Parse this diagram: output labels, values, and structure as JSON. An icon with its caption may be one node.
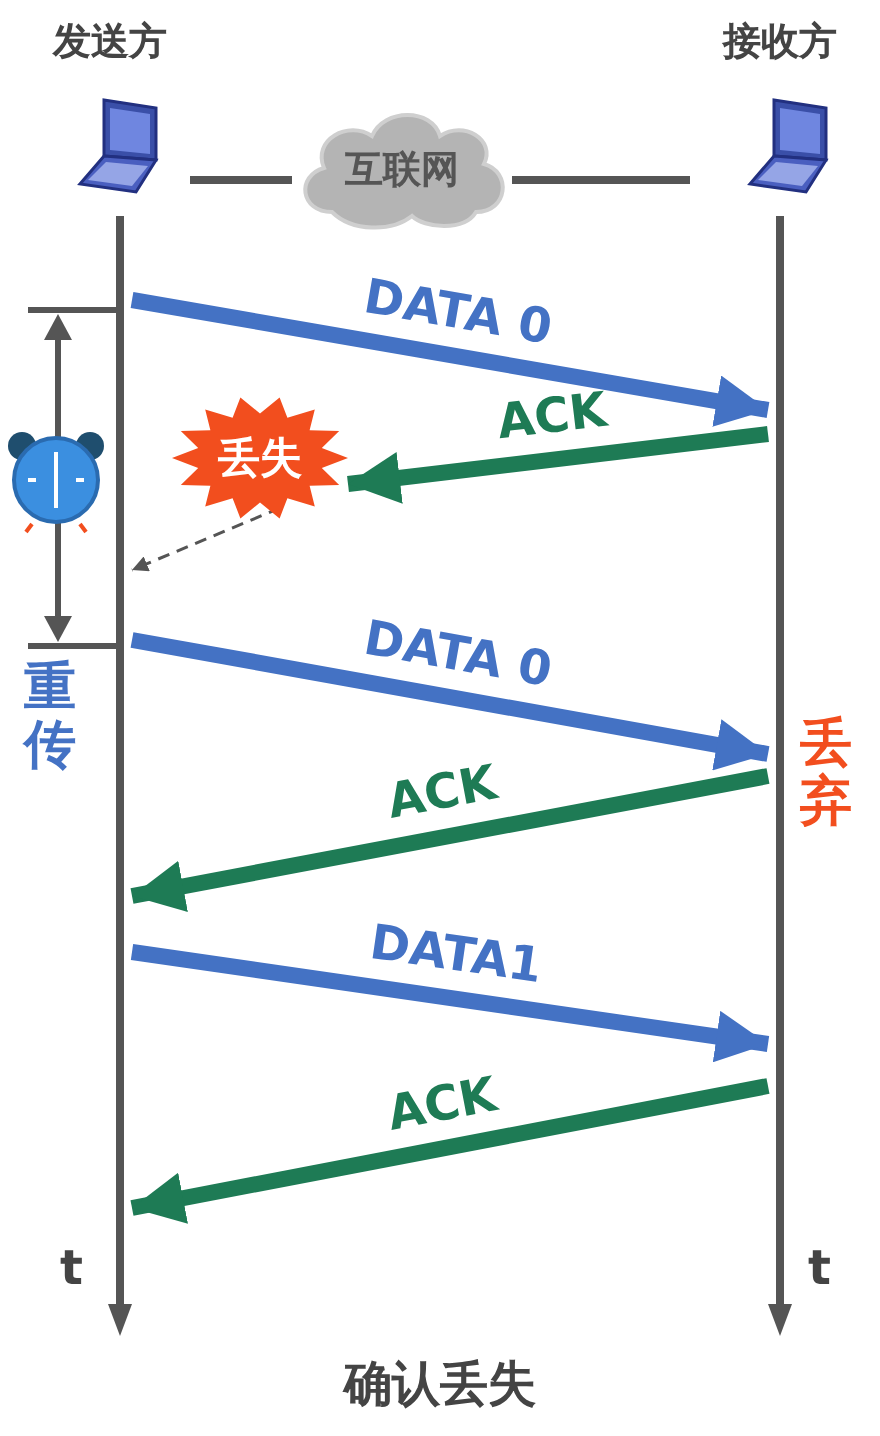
{
  "diagram": {
    "caption": "确认丢失",
    "nodes": [
      {
        "text": [
          "发送方"
        ]
      },
      {
        "text": [
          "接收方"
        ]
      },
      {
        "text": [
          "互联网"
        ]
      },
      {
        "text": [],
        "shape": "bar",
        "beside": [
          "t"
        ]
      },
      {
        "text": [],
        "shape": "bar",
        "beside": [
          "t"
        ]
      },
      {
        "text": [
          "丢失"
        ]
      }
    ],
    "edges": [
      {
        "from": 0,
        "to": 2,
        "arrow": "none"
      },
      {
        "from": 2,
        "to": 1,
        "arrow": "none"
      },
      {
        "from": 3,
        "to": 4,
        "arrow": "to",
        "label": "DATA 0",
        "color": "#4472c4"
      },
      {
        "from": 4,
        "to": 5,
        "arrow": "to",
        "label": "ACK",
        "color": "#1e7b55"
      },
      {
        "from": 5,
        "to": 3,
        "arrow": "to",
        "style": "dashed",
        "color": "#555555"
      },
      {
        "from": 3,
        "to": 4,
        "arrow": "to",
        "label": "DATA 0",
        "color": "#4472c4"
      },
      {
        "from": 4,
        "to": 3,
        "arrow": "to",
        "label": "ACK",
        "color": "#1e7b55"
      },
      {
        "from": 3,
        "to": 4,
        "arrow": "to",
        "label": "DATA1",
        "color": "#4472c4"
      },
      {
        "from": 4,
        "to": 3,
        "arrow": "to",
        "label": "ACK",
        "color": "#1e7b55"
      }
    ],
    "labels": [
      "重传",
      "丢弃"
    ]
  }
}
